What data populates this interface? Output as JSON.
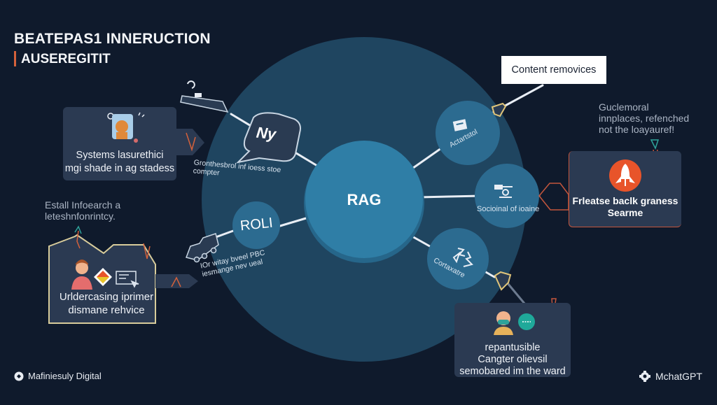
{
  "header": {
    "title_line1": "BEATEPAS1 INNERUCTION",
    "title_line2": "AUSEREGITIT"
  },
  "center": {
    "hub_label": "RAG",
    "nodes": [
      {
        "id": "ny",
        "label": "Ny",
        "caption": "Gronthesbrol inf ioess stoe compter"
      },
      {
        "id": "roli",
        "label": "ROLI",
        "caption": "IOr witay bveel PBC iesmange nev ueal"
      },
      {
        "id": "actartstol",
        "label": "Actartstol"
      },
      {
        "id": "secional",
        "label": "Socioinal of ioaine"
      },
      {
        "id": "cortaxatre",
        "label": "Cortaxatre"
      }
    ]
  },
  "callout": {
    "text": "Content removices"
  },
  "cards": {
    "systems": {
      "line1": "Systems lasurethici",
      "line2": "mgi shade in ag stadess"
    },
    "understanding": {
      "line1": "Urldercasing iprimer",
      "line2": "dismane rehvice"
    },
    "release": {
      "line1": "Frleatse baclk graness",
      "line2": "Searme"
    },
    "repantusible": {
      "line1": "repantusible",
      "line2": "Cangter olievsil",
      "line3": "semobared im the ward"
    }
  },
  "notes": {
    "left": {
      "line1": "Estall Infoearch a",
      "line2": "leteshnfonrintcy."
    },
    "right": {
      "line1": "Guclemoral",
      "line2": "innplaces, refenched",
      "line3": "not the loayauref!"
    }
  },
  "footer": {
    "left_brand": "Mafiniesuly Digital",
    "right_brand": "MchatGPT"
  },
  "colors": {
    "background": "#0f1a2c",
    "outer_circle": "#1f4560",
    "hub": "#2f7ea6",
    "node": "#2c6b90",
    "card": "#2b3a52",
    "accent_orange": "#e8542a",
    "accent_red_line": "#c4563d",
    "teal": "#1fa99a"
  }
}
